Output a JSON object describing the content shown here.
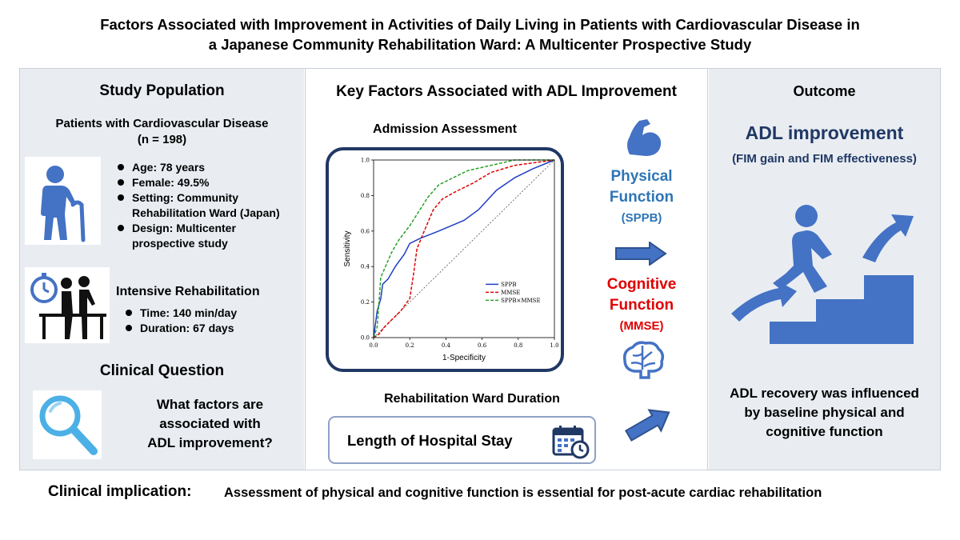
{
  "title": {
    "line1": "Factors Associated with Improvement in Activities of Daily Living in Patients with Cardiovascular Disease in",
    "line2": "a Japanese Community Rehabilitation Ward: A Multicenter Prospective Study"
  },
  "population": {
    "heading": "Study Population",
    "group": "Patients with Cardiovascular Disease",
    "n": "(n = 198)",
    "bullets": [
      "Age: 78 years",
      "Female: 49.5%",
      "Setting: Community Rehabilitation Ward (Japan)",
      "Design: Multicenter prospective study"
    ]
  },
  "rehab": {
    "heading": "Intensive Rehabilitation",
    "bullets": [
      "Time: 140 min/day",
      "Duration: 67 days"
    ]
  },
  "question": {
    "heading": "Clinical Question",
    "line1": "What factors are",
    "line2": "associated with",
    "line3": "ADL improvement?"
  },
  "middle": {
    "heading": "Key Factors Associated with ADL Improvement",
    "admission": "Admission Assessment",
    "ward_duration": "Rehabilitation Ward Duration",
    "los": "Length of Hospital Stay",
    "physical_1": "Physical",
    "physical_2": "Function",
    "physical_3": "(SPPB)",
    "cognitive_1": "Cognitive",
    "cognitive_2": "Function",
    "cognitive_3": "(MMSE)"
  },
  "outcome": {
    "heading": "Outcome",
    "big": "ADL improvement",
    "sub": "(FIM gain and FIM effectiveness)",
    "conclusion_1": "ADL recovery was influenced",
    "conclusion_2": "by baseline physical and",
    "conclusion_3": "cognitive function"
  },
  "implication": {
    "label": "Clinical implication:",
    "text": "Assessment of physical and cognitive function is essential for post-acute cardiac rehabilitation"
  },
  "colors": {
    "icon_blue": "#4472c4",
    "navy": "#203864",
    "physical_blue": "#2e75b6",
    "cognitive_red": "#e00000",
    "panel_gray": "#e9edf2"
  },
  "icons": [
    "elderly-walker-icon",
    "stopwatch-icon",
    "rehab-assist-icon",
    "magnifier-icon",
    "muscle-arm-icon",
    "brain-icon",
    "calendar-clock-icon",
    "arrow-right-icon",
    "stairs-climb-icon"
  ],
  "chart_data": {
    "type": "line",
    "xlabel": "1-Specificity",
    "ylabel": "Sensitivity",
    "xlim": [
      0,
      1
    ],
    "ylim": [
      0,
      1
    ],
    "xticks": [
      "0.0",
      "0.2",
      "0.4",
      "0.6",
      "0.8",
      "1.0"
    ],
    "yticks": [
      "0.0",
      "0.2",
      "0.4",
      "0.6",
      "0.8",
      "1.0"
    ],
    "legend_position": "bottom-right",
    "series": [
      {
        "name": "SPPB",
        "color": "#1f3fc4",
        "dash": "solid",
        "points": [
          [
            0,
            0
          ],
          [
            0.02,
            0.15
          ],
          [
            0.04,
            0.22
          ],
          [
            0.05,
            0.3
          ],
          [
            0.08,
            0.33
          ],
          [
            0.12,
            0.4
          ],
          [
            0.17,
            0.47
          ],
          [
            0.2,
            0.53
          ],
          [
            0.26,
            0.56
          ],
          [
            0.36,
            0.6
          ],
          [
            0.5,
            0.66
          ],
          [
            0.58,
            0.72
          ],
          [
            0.68,
            0.83
          ],
          [
            0.78,
            0.9
          ],
          [
            0.88,
            0.95
          ],
          [
            1,
            1
          ]
        ]
      },
      {
        "name": "MMSE",
        "color": "#e00000",
        "dash": "dashed",
        "points": [
          [
            0,
            0
          ],
          [
            0.03,
            0.02
          ],
          [
            0.06,
            0.06
          ],
          [
            0.1,
            0.1
          ],
          [
            0.15,
            0.15
          ],
          [
            0.2,
            0.22
          ],
          [
            0.22,
            0.35
          ],
          [
            0.24,
            0.5
          ],
          [
            0.28,
            0.6
          ],
          [
            0.33,
            0.72
          ],
          [
            0.38,
            0.78
          ],
          [
            0.45,
            0.82
          ],
          [
            0.55,
            0.87
          ],
          [
            0.65,
            0.93
          ],
          [
            0.78,
            0.97
          ],
          [
            1,
            1
          ]
        ]
      },
      {
        "name": "SPPB×MMSE",
        "color": "#28a428",
        "dash": "dashed",
        "points": [
          [
            0,
            0
          ],
          [
            0.02,
            0.06
          ],
          [
            0.04,
            0.34
          ],
          [
            0.07,
            0.41
          ],
          [
            0.1,
            0.48
          ],
          [
            0.14,
            0.55
          ],
          [
            0.2,
            0.63
          ],
          [
            0.25,
            0.71
          ],
          [
            0.3,
            0.79
          ],
          [
            0.36,
            0.86
          ],
          [
            0.44,
            0.9
          ],
          [
            0.52,
            0.94
          ],
          [
            0.65,
            0.97
          ],
          [
            0.78,
            1.0
          ],
          [
            1,
            1
          ]
        ]
      }
    ]
  }
}
